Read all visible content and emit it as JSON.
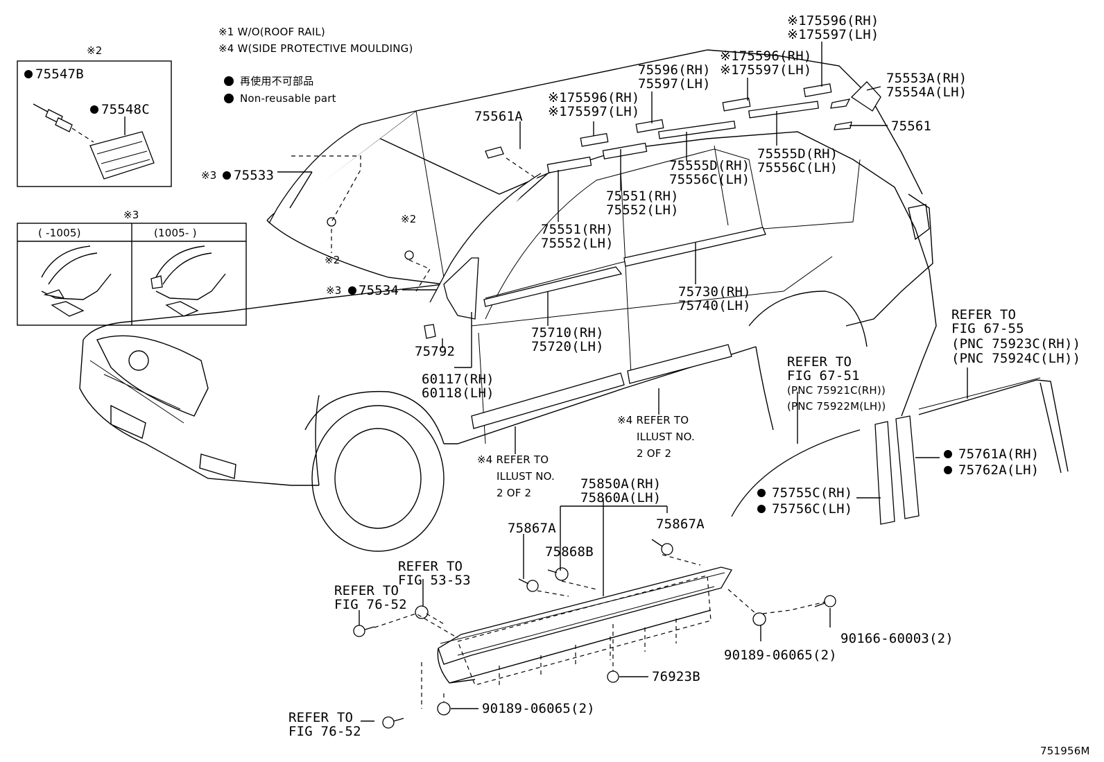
{
  "notes": {
    "note1": "※1 W/O(ROOF RAIL)",
    "note4": "※4 W(SIDE PROTECTIVE MOULDING)",
    "legend_jp": "再使用不可部品",
    "legend_en": "Non-reusable part"
  },
  "inset_emblem": {
    "mark": "※2",
    "p1": "75547B",
    "p2": "75548C"
  },
  "inset_variants": {
    "mark": "※3",
    "col1": "(    -1005)",
    "col2": "(1005-     )"
  },
  "labels": {
    "l75533": "75533",
    "m75533": "※3",
    "l75534": "75534",
    "m75534": "※3",
    "clip2a": "※2",
    "clip2b": "※2",
    "l75561A": "75561A",
    "l75596_left": "※175596(RH)",
    "l75597_left": "※175597(LH)",
    "l75596_mid": "75596(RH)",
    "l75597_mid": "75597(LH)",
    "l75596_right": "※175596(RH)",
    "l75597_right": "※175597(LH)",
    "l75596_top": "※175596(RH)",
    "l75597_top": "※175597(LH)",
    "l75553A": "75553A(RH)",
    "l75554A": "75554A(LH)",
    "l75561": "75561",
    "l75555D_r": "75555D(RH)",
    "l75556C_r": "75556C(LH)",
    "l75555D_m": "75555D(RH)",
    "l75556C_m": "75556C(LH)",
    "l75551_a": "75551(RH)",
    "l75552_a": "75552(LH)",
    "l75551_b": "75551(RH)",
    "l75552_b": "75552(LH)",
    "l75730": "75730(RH)",
    "l75740": "75740(LH)",
    "l75710": "75710(RH)",
    "l75720": "75720(LH)",
    "l75792": "75792",
    "l60117": "60117(RH)",
    "l60118": "60118(LH)",
    "ref4a1": "※4 REFER TO",
    "ref4a2": "ILLUST NO.",
    "ref4a3": "2 OF 2",
    "ref4b1": "※4 REFER TO",
    "ref4b2": "ILLUST NO.",
    "ref4b3": "2 OF 2",
    "ref6751_1": "REFER TO",
    "ref6751_2": "FIG 67-51",
    "ref6751_3": "(PNC 75921C(RH))",
    "ref6751_4": "(PNC 75922M(LH))",
    "ref6755_1": "REFER TO",
    "ref6755_2": "FIG 67-55",
    "ref6755_3": "(PNC 75923C(RH))",
    "ref6755_4": "(PNC 75924C(LH))",
    "l75761A": "75761A(RH)",
    "l75762A": "75762A(LH)",
    "l75755C": "75755C(RH)",
    "l75756C": "75756C(LH)",
    "l75850A": "75850A(RH)",
    "l75860A": "75860A(LH)",
    "l75867A_a": "75867A",
    "l75867A_b": "75867A",
    "l75868B": "75868B",
    "ref5353_1": "REFER TO",
    "ref5353_2": "FIG 53-53",
    "ref7652a_1": "REFER TO",
    "ref7652a_2": "FIG 76-52",
    "ref7652b_1": "REFER TO",
    "ref7652b_2": "FIG 76-52",
    "l90166": "90166-60003(2)",
    "l90189a": "90189-06065(2)",
    "l90189b": "90189-06065(2)",
    "l76923B": "76923B",
    "fig_id": "751956M"
  }
}
